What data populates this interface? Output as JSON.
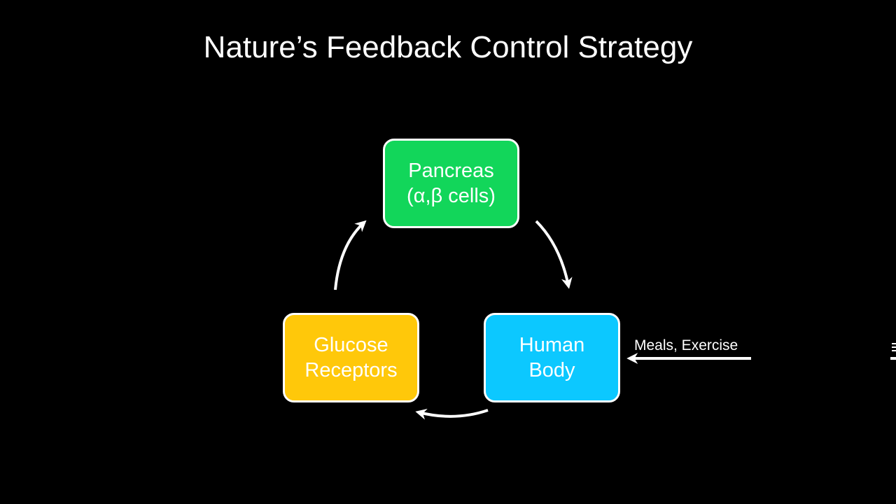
{
  "slide": {
    "title": "Nature’s Feedback Control Strategy"
  },
  "nodes": {
    "pancreas": {
      "line1": "Pancreas",
      "line2": "(α,β cells)",
      "color": "#12d65a"
    },
    "glucose_receptors": {
      "line1": "Glucose",
      "line2": "Receptors",
      "color": "#ffc80a"
    },
    "human_body": {
      "line1": "Human",
      "line2": "Body",
      "color": "#0cc8ff"
    }
  },
  "input": {
    "label": "Meals, Exercise"
  },
  "colors": {
    "background": "#000000",
    "text": "#ffffff",
    "border": "#ffffff",
    "arrow": "#ffffff"
  }
}
